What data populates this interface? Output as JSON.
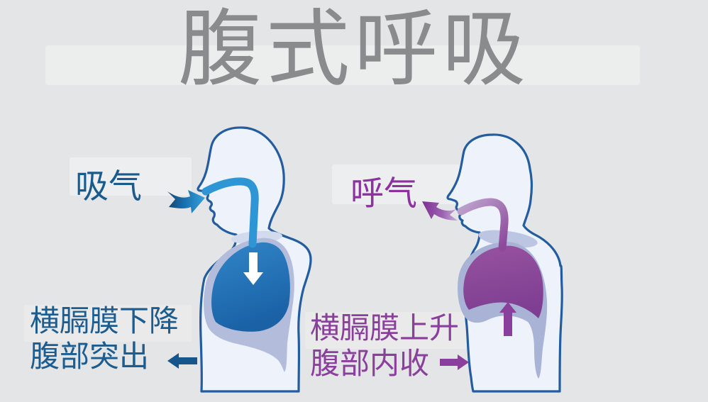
{
  "title": "腹式呼吸",
  "inhale_side": {
    "breath_label": "吸气",
    "caption_line1": "横膈膜下降",
    "caption_line2": "腹部突出",
    "lung_arrow_direction": "down",
    "abdomen_arrow_direction": "left"
  },
  "exhale_side": {
    "breath_label": "呼气",
    "caption_line1": "横膈膜上升",
    "caption_line2": "腹部内收",
    "lung_arrow_direction": "up",
    "abdomen_arrow_direction": "right"
  },
  "colors": {
    "background": "#e4e5e6",
    "title_gray": "#8a8b8c",
    "inhale_blue": "#1a5b8e",
    "exhale_purple": "#8c32a0",
    "caption_blue": "#1d5c8e",
    "caption_purple": "#8b3f9d",
    "lung_blue": "#2374b8",
    "lung_purple": "#8d4a9c",
    "outline_navy": "#235d9f",
    "body_fill": "#edf2fb",
    "band_periwinkle": "#b4bcdc",
    "trachea_blue": "#2e96d5"
  }
}
